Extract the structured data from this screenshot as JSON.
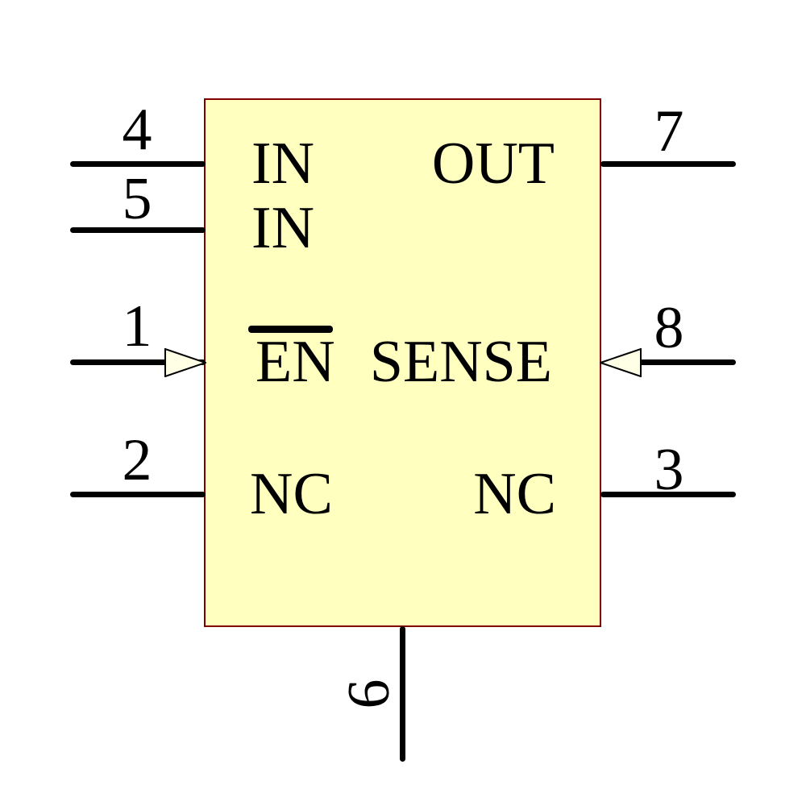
{
  "schematic": {
    "component_kind": "ic-symbol",
    "colors": {
      "body_fill": "#FFFFC0",
      "body_border": "#800000",
      "pin_line": "#000000",
      "arrow_fill": "#FFFFE6",
      "background": "#FFFFFF"
    },
    "pins": {
      "left": [
        {
          "number": "4",
          "label": "IN"
        },
        {
          "number": "5",
          "label": "IN"
        },
        {
          "number": "1",
          "label": "EN",
          "overline": true,
          "input_arrow": true
        },
        {
          "number": "2",
          "label": "NC"
        }
      ],
      "right": [
        {
          "number": "7",
          "label": "OUT"
        },
        {
          "number": "8",
          "label": "SENSE",
          "input_arrow": true
        },
        {
          "number": "3",
          "label": "NC"
        }
      ],
      "bottom": [
        {
          "number": "6",
          "label": ""
        }
      ]
    }
  }
}
